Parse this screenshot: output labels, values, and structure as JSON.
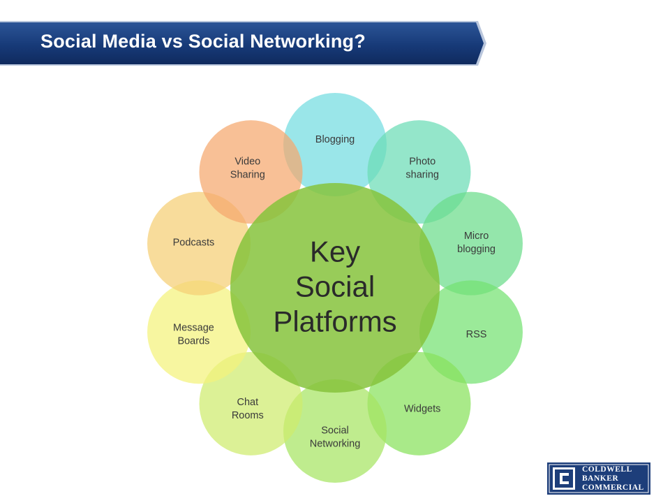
{
  "header": {
    "title": "Social Media vs Social Networking?",
    "colors": {
      "dark": "#0f2a5e",
      "light": "#2c5597"
    }
  },
  "diagram": {
    "center": {
      "label": "Key Social Platforms",
      "lines": [
        "Key",
        "Social",
        "Platforms"
      ],
      "color": "#86c33c"
    },
    "petals": [
      {
        "id": "blogging",
        "lines": [
          "Blogging"
        ],
        "color": "#73dde0"
      },
      {
        "id": "photo-sharing",
        "lines": [
          "Photo",
          "sharing"
        ],
        "color": "#6bdcb5"
      },
      {
        "id": "micro-blogging",
        "lines": [
          "Micro",
          "blogging"
        ],
        "color": "#6bdc8a"
      },
      {
        "id": "rss",
        "lines": [
          "RSS"
        ],
        "color": "#74e272"
      },
      {
        "id": "widgets",
        "lines": [
          "Widgets"
        ],
        "color": "#88e25c"
      },
      {
        "id": "social-networking",
        "lines": [
          "Social",
          "Networking"
        ],
        "color": "#a6e462"
      },
      {
        "id": "chat-rooms",
        "lines": [
          "Chat",
          "Rooms"
        ],
        "color": "#cfec6e"
      },
      {
        "id": "message-boards",
        "lines": [
          "Message",
          "Boards"
        ],
        "color": "#f4f37c"
      },
      {
        "id": "podcasts",
        "lines": [
          "Podcasts"
        ],
        "color": "#f5cf75"
      },
      {
        "id": "video-sharing",
        "lines": [
          "Video",
          "Sharing"
        ],
        "color": "#f5a86e"
      }
    ]
  },
  "logo": {
    "lines": [
      "COLDWELL",
      "BANKER",
      "COMMERCIAL"
    ],
    "color": "#1d3e7a"
  }
}
